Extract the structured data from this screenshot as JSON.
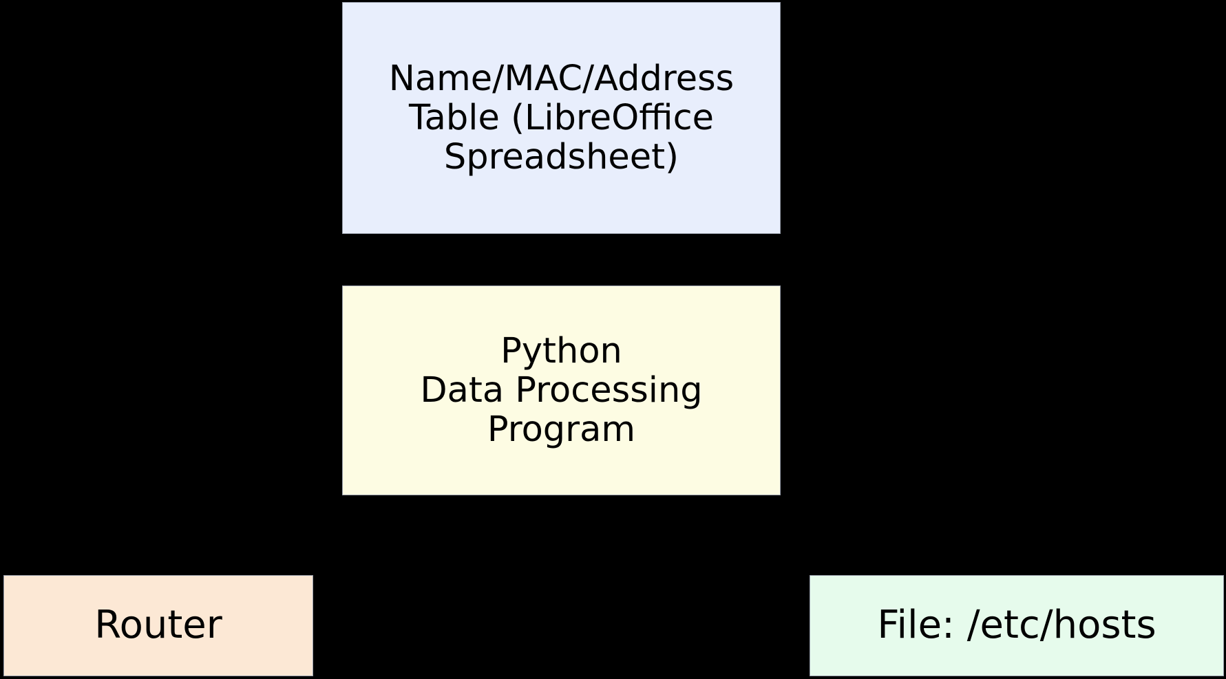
{
  "diagram": {
    "background_color": "#000000",
    "border_color": "#9aa0ad",
    "text_color": "#000000",
    "nodes": [
      {
        "id": "table",
        "label": "Name/MAC/Address\nTable (LibreOffice\nSpreadsheet)",
        "lines": [
          "Name/MAC/Address",
          "Table (LibreOffice",
          "Spreadsheet)"
        ],
        "fill": "#e8eefc",
        "shape": "rectangle"
      },
      {
        "id": "program",
        "label": "Python\nData Processing\nProgram",
        "lines": [
          "Python",
          "Data Processing",
          "Program"
        ],
        "fill": "#fdfce3",
        "shape": "rectangle"
      },
      {
        "id": "router",
        "label": "Router",
        "lines": [
          "Router"
        ],
        "fill": "#fce8d5",
        "shape": "rectangle"
      },
      {
        "id": "hostsfile",
        "label": "File: /etc/hosts",
        "lines": [
          "File: /etc/hosts"
        ],
        "fill": "#e6fbec",
        "shape": "rectangle"
      }
    ]
  }
}
